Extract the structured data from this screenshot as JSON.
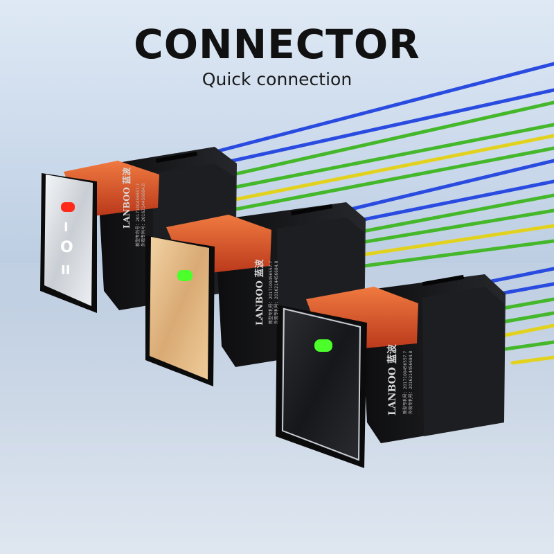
{
  "headline": {
    "title": "CONNECTOR",
    "subtitle": "Quick connection"
  },
  "switches": [
    {
      "finish": "silver-brushed",
      "indicator_color": "#ff2a1a",
      "symbols": [
        "I",
        "O",
        "II"
      ],
      "brand": "LANBOO",
      "brand_cn": "蓝波",
      "patent_lines": [
        "新型专利号：2017100456557.7",
        "外观专利号：2016214456684.8"
      ]
    },
    {
      "finish": "gold-brushed",
      "indicator_color": "#4cff2a",
      "brand": "LANBOO",
      "brand_cn": "蓝波",
      "patent_lines": [
        "新型专利号：2017100456557.7",
        "外观专利号：2016214456684.8"
      ]
    },
    {
      "finish": "black-brushed",
      "indicator_color": "#4cff2a",
      "brand": "LANBOO",
      "brand_cn": "蓝波",
      "patent_lines": [
        "新型专利号：2017100456557.7",
        "外观专利号：2016214456684.8"
      ]
    }
  ],
  "colors": {
    "wire_blue": "#2a4be0",
    "wire_green": "#44b82a",
    "wire_yellow": "#e2d21e",
    "housing_black": "#141416",
    "terminal_orange": "#d94a1e"
  }
}
